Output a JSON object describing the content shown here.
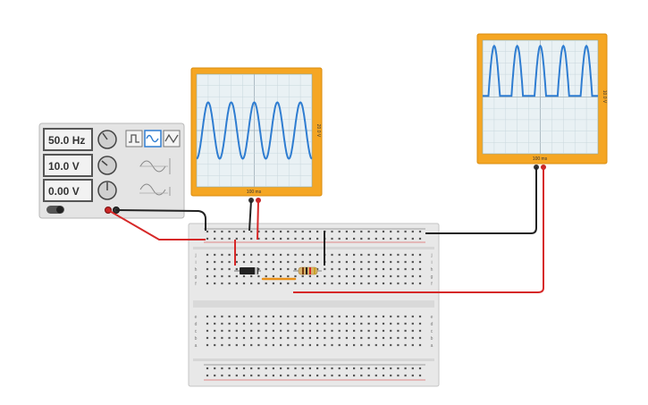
{
  "function_generator": {
    "frequency": "50.0 Hz",
    "amplitude": "10.0 V",
    "dc_offset": "0.00 V",
    "waveforms": [
      "square-wave-icon",
      "sine-wave-icon",
      "triangle-wave-icon"
    ],
    "selected_waveform": "sine",
    "power_state": "off"
  },
  "oscilloscope_left": {
    "time_label": "100 ms",
    "volt_label": "20.0 V",
    "trace": "sine",
    "cycles": 5
  },
  "oscilloscope_right": {
    "time_label": "100 ms",
    "volt_label": "10.0 V",
    "trace": "half-wave-rectified-sine",
    "cycles": 5
  },
  "breadboard": {
    "row_letters_top": [
      "j",
      "i",
      "h",
      "g",
      "f"
    ],
    "row_letters_bottom": [
      "e",
      "d",
      "c",
      "b",
      "a"
    ],
    "column_count": 30,
    "components": [
      "diode",
      "resistor",
      "jumper-wire"
    ]
  },
  "colors": {
    "scope_frame": "#F5A623",
    "scope_screen": "#E8F0F4",
    "trace": "#2F7DD1",
    "wire_red": "#D62828",
    "wire_black": "#222222",
    "generator_body": "#E6E6E6"
  }
}
